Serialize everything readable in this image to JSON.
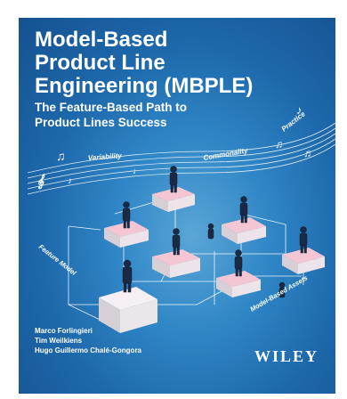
{
  "book": {
    "title_lines": [
      "Model-Based",
      "Product Line",
      "Engineering (MBPLE)"
    ],
    "subtitle_lines": [
      "The Feature-Based Path to",
      "Product Lines Success"
    ],
    "staff_labels": {
      "variability": "Variability",
      "commonality": "Commonality",
      "practice": "Practice"
    },
    "diagram_labels": {
      "feature_model": "Feature Model",
      "model_based_assets": "Model-Based Assets"
    },
    "authors": [
      "Marco Forlingieri",
      "Tim Weilkiens",
      "Hugo Guillermo Chalé-Gongora"
    ],
    "publisher": "WILEY"
  },
  "colors": {
    "background_dark": "#15518f",
    "background_light": "#5aa6d6",
    "text": "#ffffff",
    "pedestal_top": "#f4c6d4",
    "pedestal_side": "#e9dfe6"
  },
  "icons": [
    "music-note-icon",
    "treble-clef-icon",
    "musician-figure"
  ]
}
